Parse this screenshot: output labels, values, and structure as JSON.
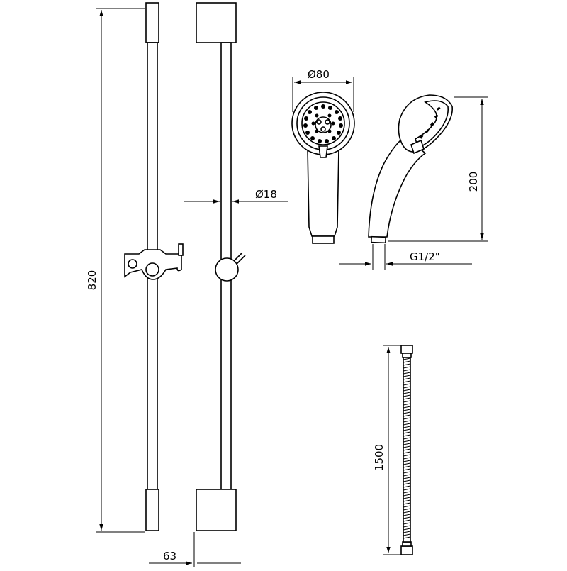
{
  "dimensions": {
    "bar_length": "820",
    "bar_projection": "63",
    "bar_diameter": "Ø18",
    "head_diameter": "Ø80",
    "handset_length": "200",
    "connection_thread": "G1/2\"",
    "hose_length": "1500"
  }
}
